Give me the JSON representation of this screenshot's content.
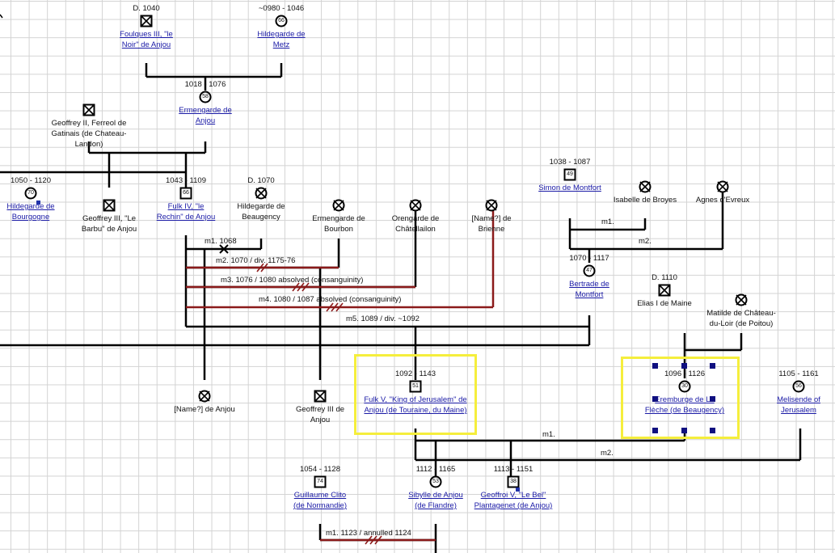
{
  "colors": {
    "line": "#000000",
    "divorce_line": "#8b1a1a",
    "link": "#1a1aa6",
    "selection": "#f5ee3c",
    "handle": "#101080",
    "grid": "#d3d3d3"
  },
  "people": [
    {
      "id": "foulques",
      "date": "D. 1040",
      "name": "Foulques III, \"le Noir\" de Anjou",
      "sym": "male-deceased",
      "link": true
    },
    {
      "id": "hildegarde_metz",
      "date": "~0980 - 1046",
      "name": "Hildegarde de Metz",
      "sym": "female-deceased",
      "age": "66",
      "link": true
    },
    {
      "id": "ermengarde_anjou",
      "date": "1018 - 1076",
      "name": "Ermengarde de Anjou",
      "sym": "female-deceased",
      "age": "58",
      "link": true
    },
    {
      "id": "geoffrey2",
      "date": "",
      "name": "Geoffrey II, Ferreol de Gatinais (de Chateau-Landon)",
      "sym": "male-deceased",
      "link": false
    },
    {
      "id": "hildegarde_bourgogne",
      "date": "1050 - 1120",
      "name": "Hildegarde de Bourgogne",
      "sym": "female-deceased",
      "age": "70",
      "link": true
    },
    {
      "id": "geoffrey3_barbu",
      "date": "",
      "name": "Geoffrey III, \"Le Barbu\" de Anjou",
      "sym": "male-deceased",
      "link": false
    },
    {
      "id": "fulk4",
      "date": "1043 - 1109",
      "name": "Fulk IV, \"le Rechin\" de Anjou",
      "sym": "male-deceased",
      "age": "66",
      "link": true
    },
    {
      "id": "hildegarde_beaugency",
      "date": "D. 1070",
      "name": "Hildegarde de Beaugency",
      "sym": "female-deceased",
      "link": false
    },
    {
      "id": "ermengarde_bourbon",
      "date": "",
      "name": "Ermengarde de Bourbon",
      "sym": "female-deceased",
      "link": false
    },
    {
      "id": "orengarde",
      "date": "",
      "name": "Orengarde de Châtellailon",
      "sym": "female-deceased",
      "link": false
    },
    {
      "id": "name_brienne",
      "date": "",
      "name": "[Name?] de Brienne",
      "sym": "female-deceased",
      "link": false
    },
    {
      "id": "simon",
      "date": "1038 - 1087",
      "name": "Simon de Montfort",
      "sym": "male-deceased",
      "age": "49",
      "link": true
    },
    {
      "id": "isabelle",
      "date": "",
      "name": "Isabelle de Broyes",
      "sym": "female-deceased",
      "link": false
    },
    {
      "id": "agnes",
      "date": "",
      "name": "Agnes d'Evreux",
      "sym": "female-deceased",
      "link": false
    },
    {
      "id": "bertrade",
      "date": "1070 - 1117",
      "name": "Bertrade de Montfort",
      "sym": "female-deceased",
      "age": "47",
      "link": true
    },
    {
      "id": "elias",
      "date": "D. 1110",
      "name": "Elias I de Maine",
      "sym": "male-deceased",
      "link": false
    },
    {
      "id": "matilde",
      "date": "",
      "name": "Matilde de Château-du-Loir (de Poitou)",
      "sym": "female-deceased",
      "link": false
    },
    {
      "id": "name_anjou",
      "date": "",
      "name": "[Name?] de Anjou",
      "sym": "female-deceased",
      "link": false
    },
    {
      "id": "geoffrey3_anjou",
      "date": "",
      "name": "Geoffrey III de Anjou",
      "sym": "male-deceased",
      "link": false
    },
    {
      "id": "fulk5",
      "date": "1092 - 1143",
      "name": "Fulk V, \"King of Jerusalem\" de Anjou (de Touraine, du Maine)",
      "sym": "male-deceased",
      "age": "51",
      "link": true
    },
    {
      "id": "eremburge",
      "date": "1096 - 1126",
      "name": "Eremburge de La Flèche (de Beaugency)",
      "sym": "female-deceased",
      "age": "30",
      "link": true
    },
    {
      "id": "melisende",
      "date": "1105 - 1161",
      "name": "Melisende of Jerusalem",
      "sym": "female-deceased",
      "age": "56",
      "link": true
    },
    {
      "id": "guillaume",
      "date": "1054 - 1128",
      "name": "Guillaume Clito (de Normandie)",
      "sym": "male-deceased",
      "age": "74",
      "link": true
    },
    {
      "id": "sibylle",
      "date": "1112 - 1165",
      "name": "Sibylle de Anjou (de Flandre)",
      "sym": "female-deceased",
      "age": "53",
      "link": true
    },
    {
      "id": "geoffroi5",
      "date": "1113 - 1151",
      "name": "Geoffroi V, \"Le Bel\" Plantagenet (de Anjou)",
      "sym": "male-deceased",
      "age": "38",
      "link": true
    }
  ],
  "relationships": {
    "fulk_m1": "m1. 1068",
    "fulk_m2": "m2. 1070 / div. 1175-76",
    "fulk_m3": "m3. 1076 / 1080 absolved (consanguinity)",
    "fulk_m4": "m4. 1080 / 1087 absolved (consanguinity)",
    "fulk_m5": "m5. 1089 / div. ~1092",
    "simon_m1": "m1.",
    "simon_m2": "m2.",
    "fulk5_m1": "m1.",
    "fulk5_m2": "m2.",
    "sibylle_m1": "m1. 1123 / annulled 1124"
  }
}
